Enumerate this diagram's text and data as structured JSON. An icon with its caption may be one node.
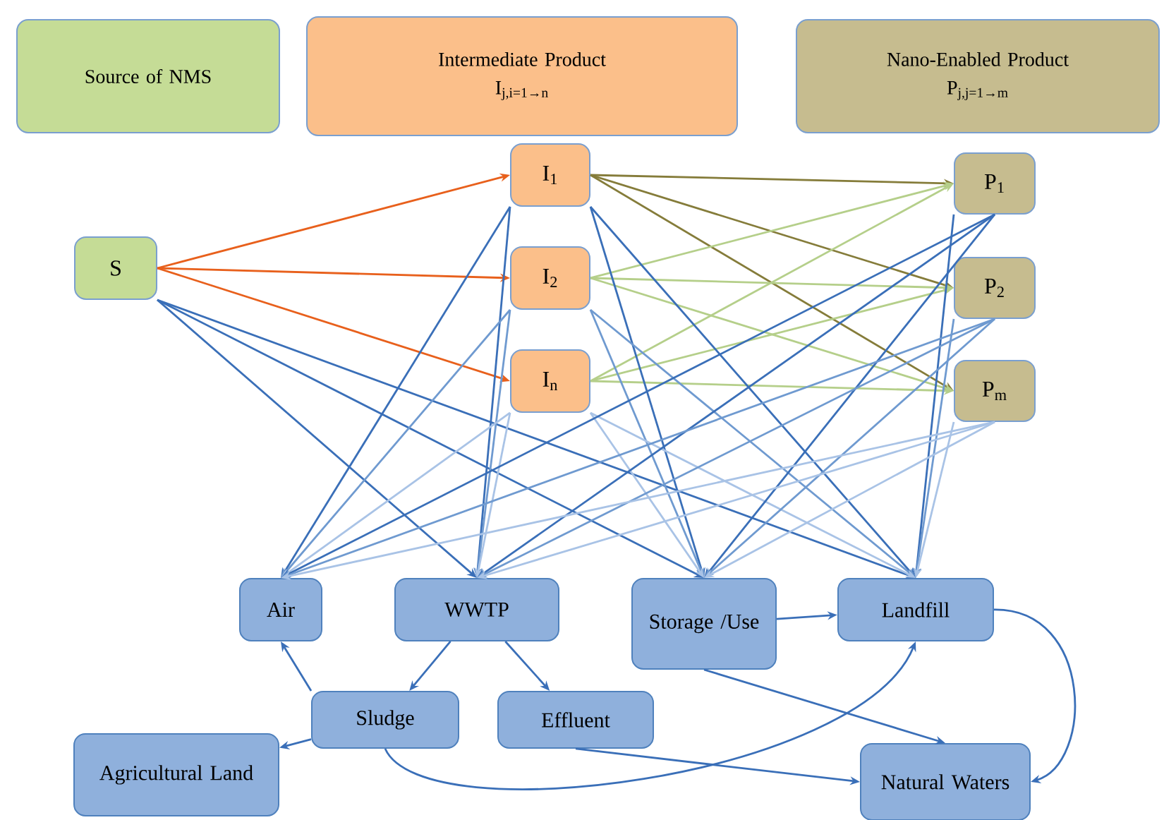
{
  "diagram": {
    "nodes": [
      {
        "text": [
          "Source of  NMS"
        ]
      },
      {
        "text": [
          "Intermediate Product",
          "I$_{j,i=1→n}$"
        ]
      },
      {
        "text": [
          "Nano-Enabled Product",
          "P$_{j,j=1→m}$"
        ]
      },
      {
        "text": [
          "S"
        ]
      },
      {
        "text": [
          "I$_{1}$"
        ]
      },
      {
        "text": [
          "I$_{2}$"
        ]
      },
      {
        "text": [
          "I$_{n}$"
        ]
      },
      {
        "text": [
          "P$_{1}$"
        ]
      },
      {
        "text": [
          "P$_{2}$"
        ]
      },
      {
        "text": [
          "P$_{m}$"
        ]
      },
      {
        "text": [
          "Air"
        ]
      },
      {
        "text": [
          "WWTP"
        ]
      },
      {
        "text": [
          "Storage /Use"
        ]
      },
      {
        "text": [
          "Landfill"
        ]
      },
      {
        "text": [
          "Sludge"
        ]
      },
      {
        "text": [
          "Effluent"
        ]
      },
      {
        "text": [
          "Agricultural Land"
        ]
      },
      {
        "text": [
          "Natural Waters"
        ]
      }
    ],
    "edges": [
      {
        "from": 3,
        "to": 4,
        "arrow": "to",
        "color": "#e8601c"
      },
      {
        "from": 3,
        "to": 5,
        "arrow": "to",
        "color": "#e8601c"
      },
      {
        "from": 3,
        "to": 6,
        "arrow": "to",
        "color": "#e8601c"
      },
      {
        "from": 4,
        "to": 7,
        "arrow": "to",
        "color": "#857c3a"
      },
      {
        "from": 4,
        "to": 8,
        "arrow": "to",
        "color": "#857c3a"
      },
      {
        "from": 4,
        "to": 9,
        "arrow": "to",
        "color": "#857c3a"
      },
      {
        "from": 5,
        "to": 7,
        "arrow": "to",
        "color": "#b5cf8a"
      },
      {
        "from": 5,
        "to": 8,
        "arrow": "to",
        "color": "#b5cf8a"
      },
      {
        "from": 5,
        "to": 9,
        "arrow": "to",
        "color": "#b5cf8a"
      },
      {
        "from": 6,
        "to": 7,
        "arrow": "to",
        "color": "#b5cf8a"
      },
      {
        "from": 6,
        "to": 8,
        "arrow": "to",
        "color": "#b5cf8a"
      },
      {
        "from": 6,
        "to": 9,
        "arrow": "to",
        "color": "#b5cf8a"
      },
      {
        "from": 3,
        "to": 11,
        "arrow": "to"
      },
      {
        "from": 3,
        "to": 12,
        "arrow": "to"
      },
      {
        "from": 3,
        "to": 13,
        "arrow": "to"
      },
      {
        "from": 4,
        "to": 10,
        "arrow": "to"
      },
      {
        "from": 4,
        "to": 11,
        "arrow": "to"
      },
      {
        "from": 4,
        "to": 12,
        "arrow": "to"
      },
      {
        "from": 4,
        "to": 13,
        "arrow": "to"
      },
      {
        "from": 5,
        "to": 10,
        "arrow": "to",
        "color": "#6f9ad0"
      },
      {
        "from": 5,
        "to": 11,
        "arrow": "to",
        "color": "#6f9ad0"
      },
      {
        "from": 5,
        "to": 12,
        "arrow": "to",
        "color": "#6f9ad0"
      },
      {
        "from": 5,
        "to": 13,
        "arrow": "to",
        "color": "#6f9ad0"
      },
      {
        "from": 6,
        "to": 10,
        "arrow": "to",
        "color": "#a9c3e6"
      },
      {
        "from": 6,
        "to": 11,
        "arrow": "to",
        "color": "#a9c3e6"
      },
      {
        "from": 6,
        "to": 12,
        "arrow": "to",
        "color": "#a9c3e6"
      },
      {
        "from": 6,
        "to": 13,
        "arrow": "to",
        "color": "#a9c3e6"
      },
      {
        "from": 7,
        "to": 10,
        "arrow": "to"
      },
      {
        "from": 7,
        "to": 11,
        "arrow": "to"
      },
      {
        "from": 7,
        "to": 12,
        "arrow": "to"
      },
      {
        "from": 7,
        "to": 13,
        "arrow": "to"
      },
      {
        "from": 8,
        "to": 10,
        "arrow": "to",
        "color": "#6f9ad0"
      },
      {
        "from": 8,
        "to": 11,
        "arrow": "to",
        "color": "#6f9ad0"
      },
      {
        "from": 8,
        "to": 12,
        "arrow": "to",
        "color": "#6f9ad0"
      },
      {
        "from": 8,
        "to": 13,
        "arrow": "to",
        "color": "#6f9ad0"
      },
      {
        "from": 9,
        "to": 10,
        "arrow": "to",
        "color": "#a9c3e6"
      },
      {
        "from": 9,
        "to": 11,
        "arrow": "to",
        "color": "#a9c3e6"
      },
      {
        "from": 9,
        "to": 12,
        "arrow": "to",
        "color": "#a9c3e6"
      },
      {
        "from": 9,
        "to": 13,
        "arrow": "to",
        "color": "#a9c3e6"
      },
      {
        "from": 12,
        "to": 13,
        "arrow": "to"
      },
      {
        "from": 11,
        "to": 14,
        "arrow": "to"
      },
      {
        "from": 11,
        "to": 15,
        "arrow": "to"
      },
      {
        "from": 14,
        "to": 10,
        "arrow": "to"
      },
      {
        "from": 14,
        "to": 16,
        "arrow": "to"
      },
      {
        "from": 14,
        "to": 13,
        "arrow": "to"
      },
      {
        "from": 15,
        "to": 17,
        "arrow": "to"
      },
      {
        "from": 12,
        "to": 17,
        "arrow": "to"
      },
      {
        "from": 13,
        "to": 17,
        "arrow": "to"
      }
    ]
  }
}
